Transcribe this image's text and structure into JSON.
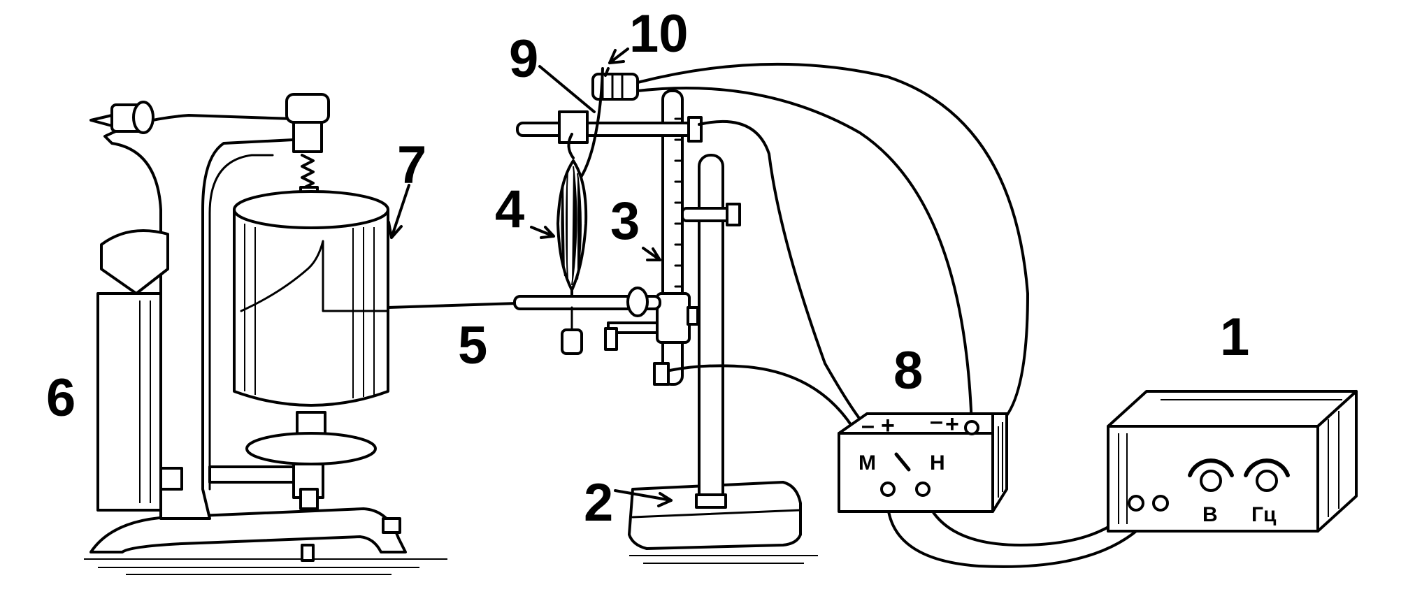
{
  "labels": {
    "n1": "1",
    "n2": "2",
    "n3": "3",
    "n4": "4",
    "n5": "5",
    "n6": "6",
    "n7": "7",
    "n8": "8",
    "n9": "9",
    "n10": "10"
  },
  "stimulator_panel": {
    "terminal_m": "М",
    "terminal_n": "Н",
    "top_terminals": [
      "–",
      "+",
      "–",
      "+"
    ]
  },
  "generator_panel": {
    "dial_volts": "В",
    "dial_hertz": "Гц"
  },
  "colors": {
    "ink": "#000000",
    "paper": "#ffffff"
  }
}
